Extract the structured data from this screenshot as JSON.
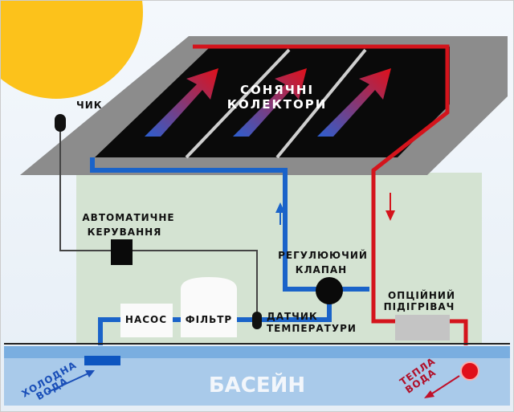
{
  "title": "Сонячне опалення басейну",
  "labels": {
    "collectors_line1": "СОНЯЧНІ",
    "collectors_line2": "КОЛЕКТОРИ",
    "roof_sensor": "ЧИК",
    "control_line1": "АВТОМАТИЧНЕ",
    "control_line2": "КЕРУВАННЯ",
    "valve_line1": "РЕГУЛЮЮЧИЙ",
    "valve_line2": "КЛАПАН",
    "heater_line1": "ОПЦІЙНИЙ",
    "heater_line2": "ПІДІГРІВАЧ",
    "pump": "НАСОС",
    "filter": "ФІЛЬТР",
    "temp_sensor_line1": "ДАТЧИК",
    "temp_sensor_line2": "ТЕМПЕРАТУРИ",
    "pool": "БАСЕЙН",
    "cold_line1": "ХОЛОДНА",
    "cold_line2": "ВОДА",
    "warm_line1": "ТЕПЛА",
    "warm_line2": "ВОДА"
  },
  "colors": {
    "cold_pipe": "#1a63c9",
    "hot_pipe": "#d4141c",
    "sun": "#fcc21b",
    "wall": "#d4e3d2",
    "roof": "#8c8c8c",
    "pool": "#a9caea"
  }
}
